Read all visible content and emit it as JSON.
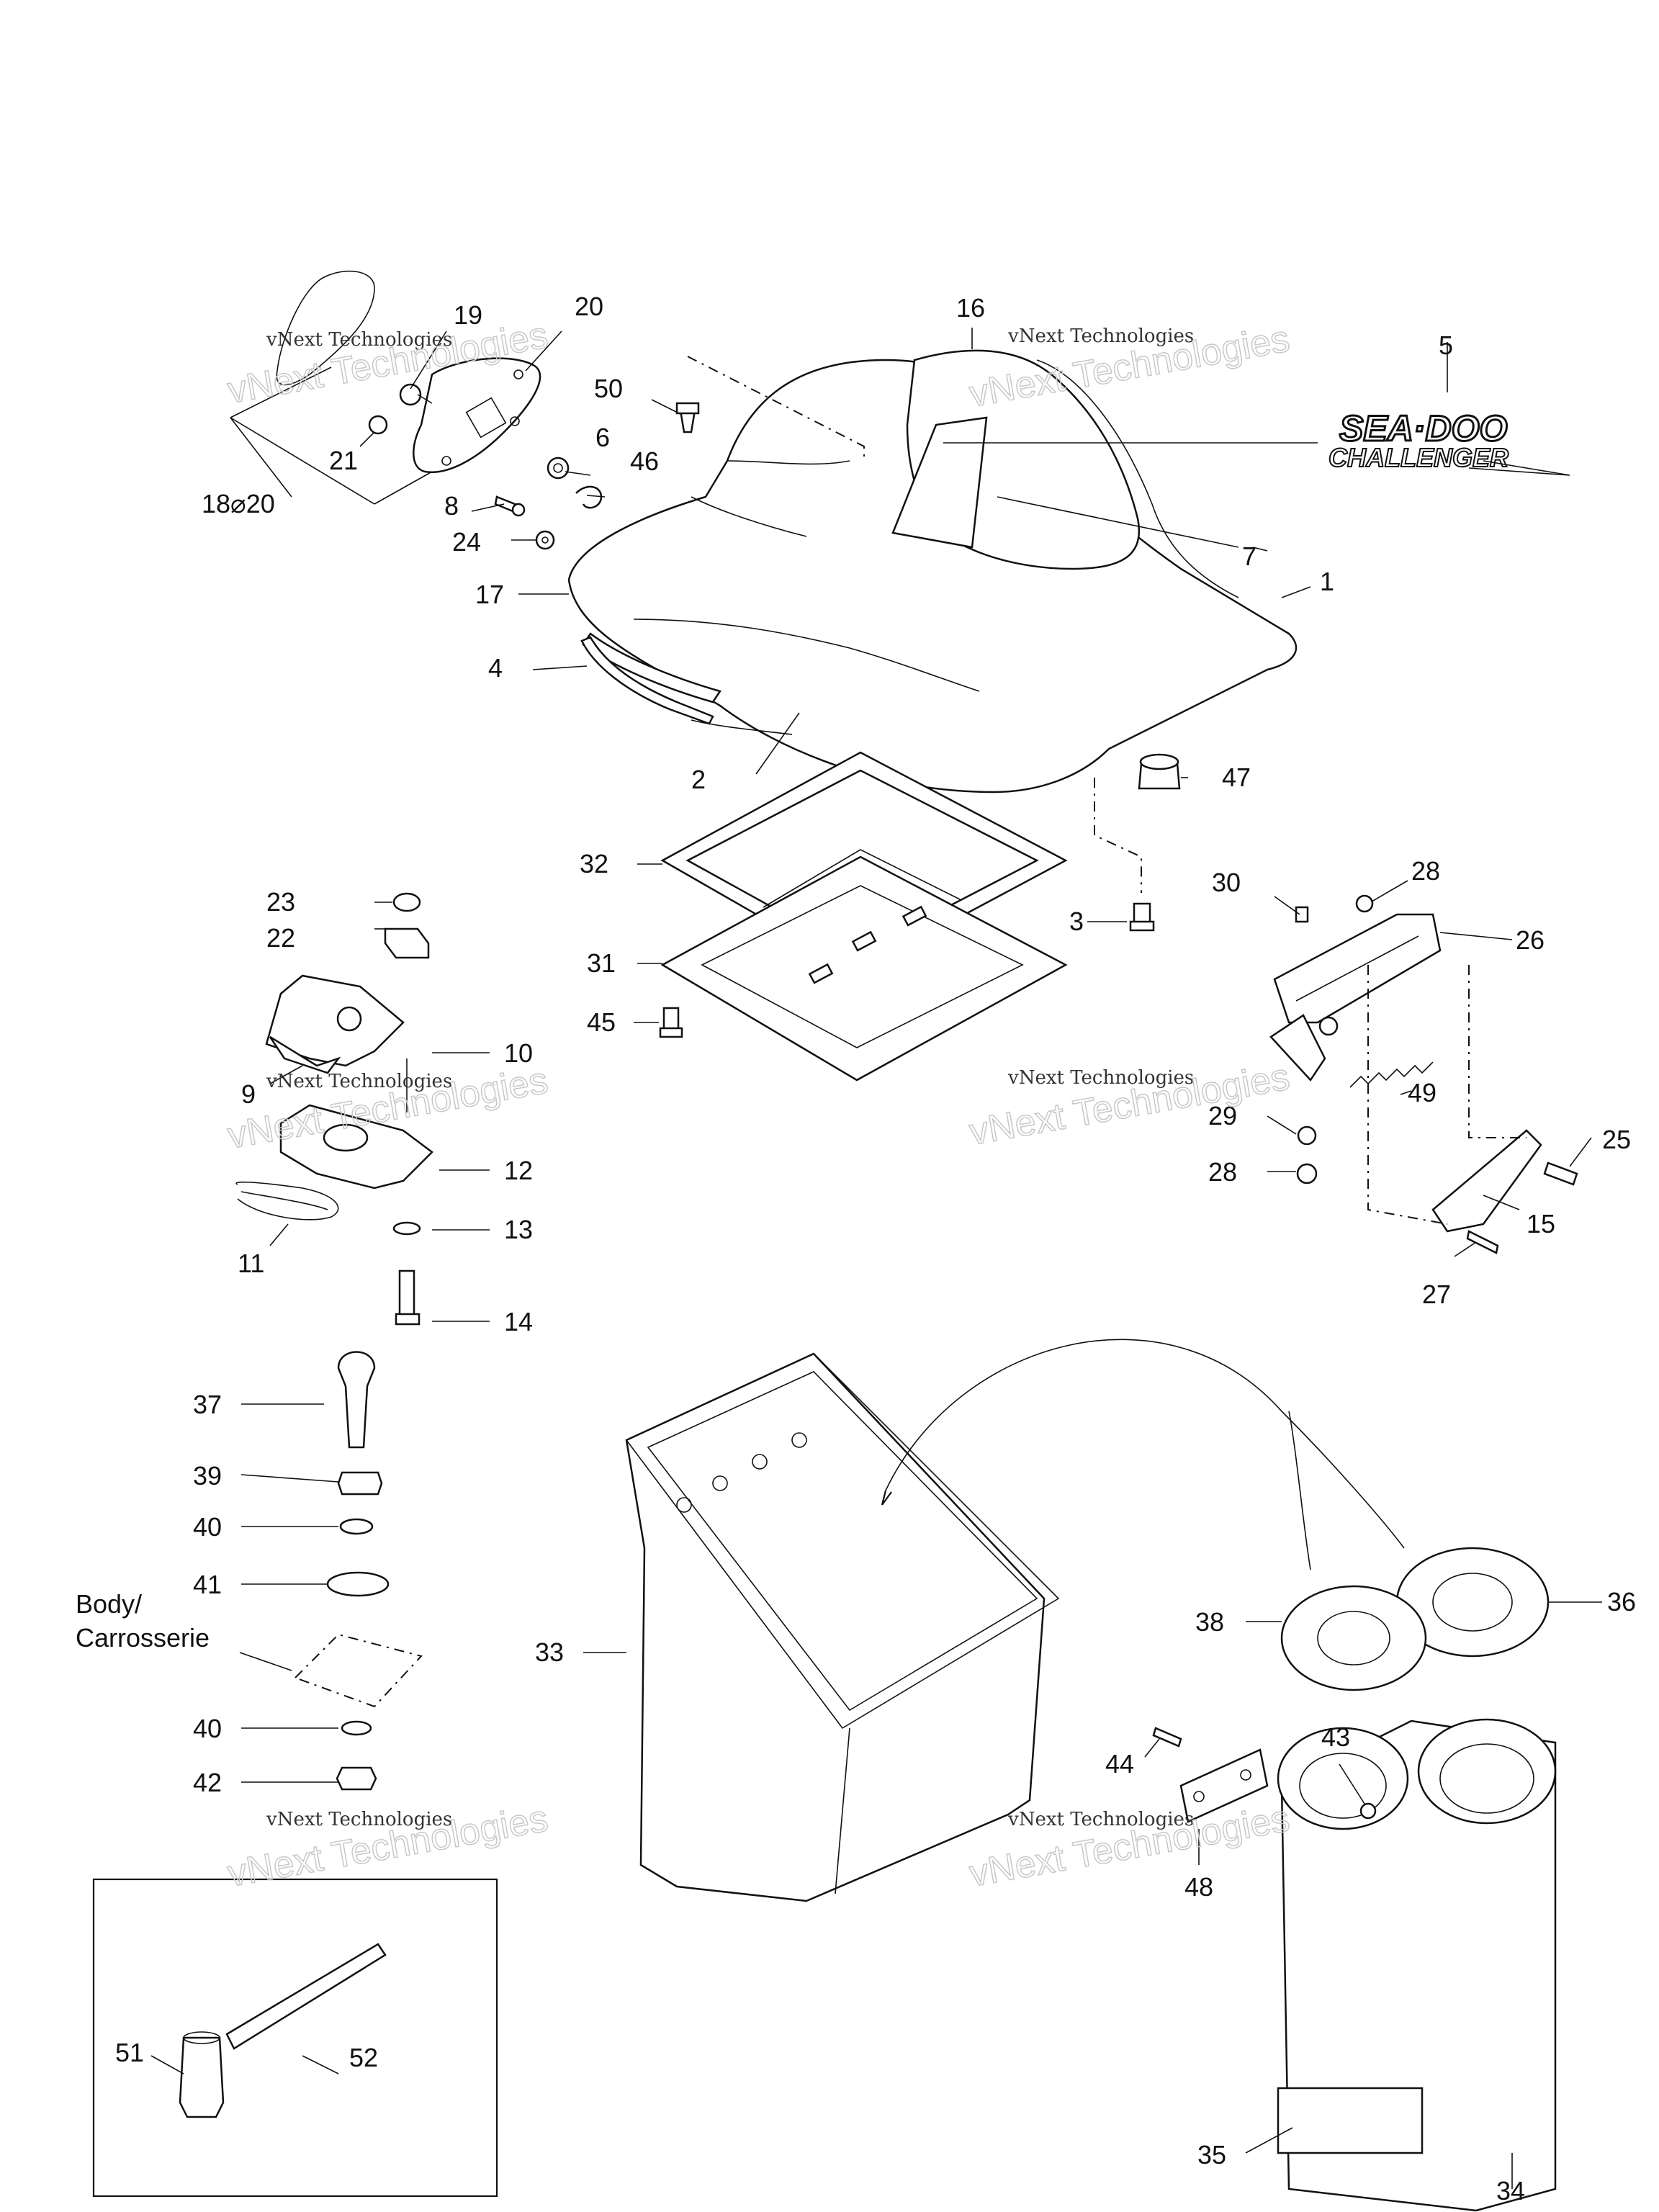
{
  "callouts": [
    {
      "id": "l1",
      "text": "1"
    },
    {
      "id": "l2",
      "text": "2"
    },
    {
      "id": "l3",
      "text": "3"
    },
    {
      "id": "l4",
      "text": "4"
    },
    {
      "id": "l5",
      "text": "5"
    },
    {
      "id": "l6",
      "text": "6"
    },
    {
      "id": "l7",
      "text": "7"
    },
    {
      "id": "l8",
      "text": "8"
    },
    {
      "id": "l9",
      "text": "9"
    },
    {
      "id": "l10",
      "text": "10"
    },
    {
      "id": "l11",
      "text": "11"
    },
    {
      "id": "l12",
      "text": "12"
    },
    {
      "id": "l13",
      "text": "13"
    },
    {
      "id": "l14",
      "text": "14"
    },
    {
      "id": "l15",
      "text": "15"
    },
    {
      "id": "l16",
      "text": "16"
    },
    {
      "id": "l17",
      "text": "17"
    },
    {
      "id": "l18",
      "text": "18⌀20"
    },
    {
      "id": "l19",
      "text": "19"
    },
    {
      "id": "l20",
      "text": "20"
    },
    {
      "id": "l21",
      "text": "21"
    },
    {
      "id": "l22",
      "text": "22"
    },
    {
      "id": "l23",
      "text": "23"
    },
    {
      "id": "l24",
      "text": "24"
    },
    {
      "id": "l25",
      "text": "25"
    },
    {
      "id": "l26",
      "text": "26"
    },
    {
      "id": "l27",
      "text": "27"
    },
    {
      "id": "l28a",
      "text": "28"
    },
    {
      "id": "l28b",
      "text": "28"
    },
    {
      "id": "l29",
      "text": "29"
    },
    {
      "id": "l30",
      "text": "30"
    },
    {
      "id": "l31",
      "text": "31"
    },
    {
      "id": "l32",
      "text": "32"
    },
    {
      "id": "l33",
      "text": "33"
    },
    {
      "id": "l34",
      "text": "34"
    },
    {
      "id": "l35",
      "text": "35"
    },
    {
      "id": "l36",
      "text": "36"
    },
    {
      "id": "l37",
      "text": "37"
    },
    {
      "id": "l38",
      "text": "38"
    },
    {
      "id": "l39",
      "text": "39"
    },
    {
      "id": "l40a",
      "text": "40"
    },
    {
      "id": "l40b",
      "text": "40"
    },
    {
      "id": "l41",
      "text": "41"
    },
    {
      "id": "l42",
      "text": "42"
    },
    {
      "id": "l43",
      "text": "43"
    },
    {
      "id": "l44",
      "text": "44"
    },
    {
      "id": "l45",
      "text": "45"
    },
    {
      "id": "l46",
      "text": "46"
    },
    {
      "id": "l47",
      "text": "47"
    },
    {
      "id": "l48",
      "text": "48"
    },
    {
      "id": "l49",
      "text": "49"
    },
    {
      "id": "l50",
      "text": "50"
    },
    {
      "id": "l51",
      "text": "51"
    },
    {
      "id": "l52",
      "text": "52"
    }
  ],
  "body_label": {
    "line1": "Body/",
    "line2": "Carrosserie"
  },
  "logo": {
    "brand": "SEA·DOO",
    "model": "CHALLENGER"
  },
  "watermark": {
    "small": "vNext Technologies",
    "big": "vNext Technologies"
  }
}
